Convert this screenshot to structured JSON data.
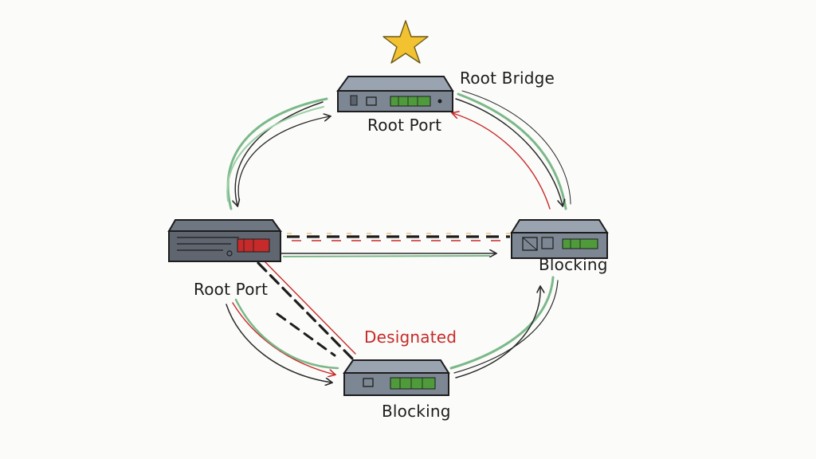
{
  "labels": {
    "root_bridge": "Root Bridge",
    "top_root_port": "Root Port",
    "left_root_port": "Root Port",
    "right_blocking": "Blocking",
    "designated": "Designated",
    "bottom_blocking": "Blocking"
  },
  "colors": {
    "background": "#fbfbf9",
    "ink": "#1d1d1d",
    "switch_body": "#7d8794",
    "switch_top": "#9aa4b1",
    "port_green": "#4f9a3a",
    "arrow_green": "#7bb889",
    "arrow_red": "#c62a2a",
    "star": "#f2c230"
  },
  "icons": [
    "star-icon",
    "switch-icon"
  ]
}
